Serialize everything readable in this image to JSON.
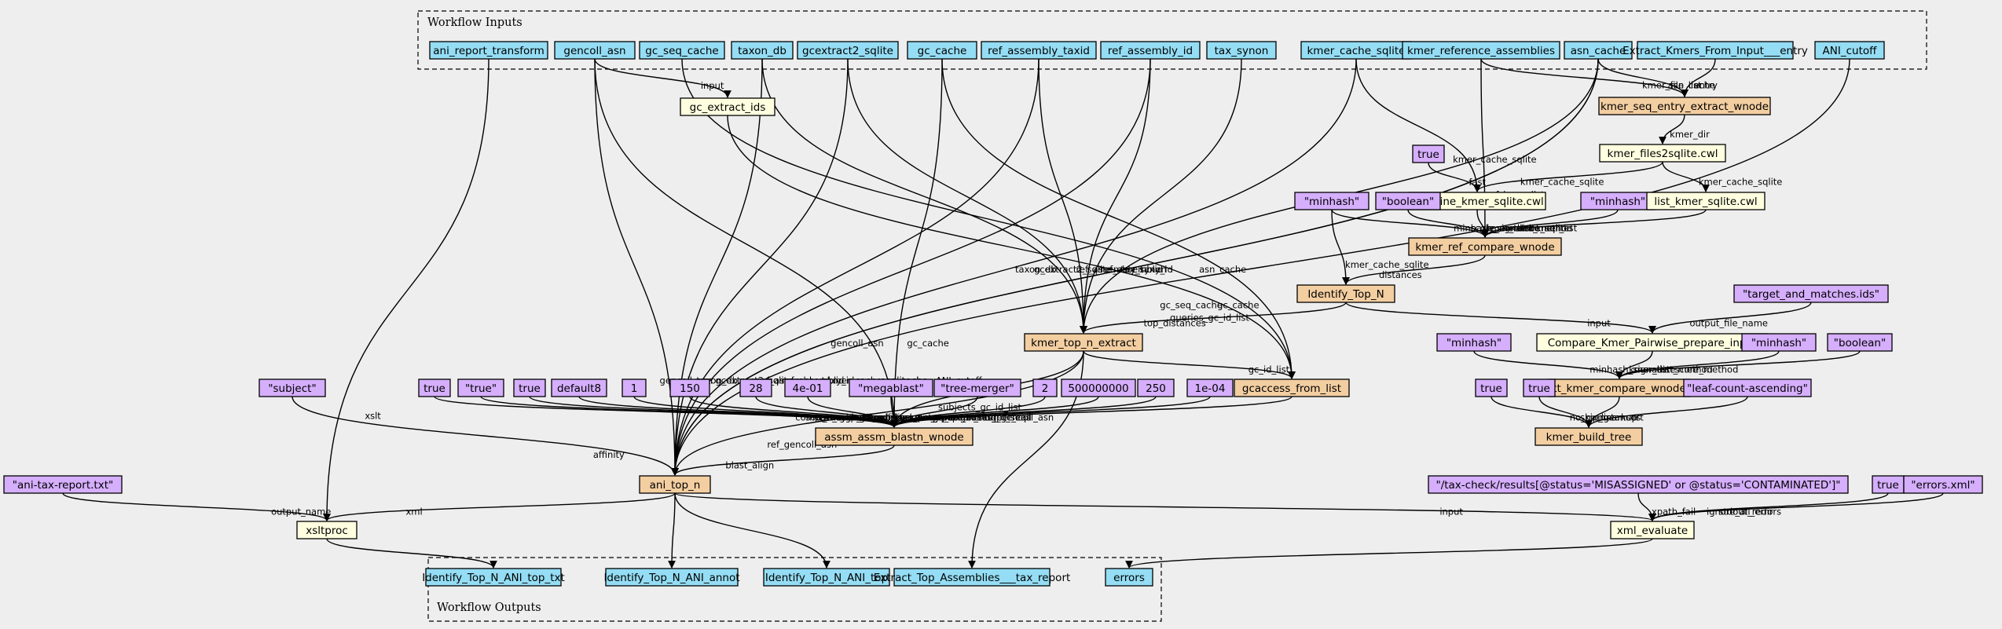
{
  "colors": {
    "background": "#eeeeee",
    "input_output": "#94ddf4",
    "step_tool": "#ffffe0",
    "step_workflow": "#f3cea1",
    "default_value": "#d5aefc"
  },
  "clusters": {
    "inputs_title": "Workflow Inputs",
    "outputs_title": "Workflow Outputs"
  },
  "nodes": [
    {
      "id": "ani_report_transform",
      "label": "ani_report_transform",
      "kind": "io"
    },
    {
      "id": "gencoll_asn",
      "label": "gencoll_asn",
      "kind": "io"
    },
    {
      "id": "gc_seq_cache",
      "label": "gc_seq_cache",
      "kind": "io"
    },
    {
      "id": "taxon_db",
      "label": "taxon_db",
      "kind": "io"
    },
    {
      "id": "gcextract2_sqlite",
      "label": "gcextract2_sqlite",
      "kind": "io"
    },
    {
      "id": "gc_cache",
      "label": "gc_cache",
      "kind": "io"
    },
    {
      "id": "ref_assembly_taxid",
      "label": "ref_assembly_taxid",
      "kind": "io"
    },
    {
      "id": "ref_assembly_id",
      "label": "ref_assembly_id",
      "kind": "io"
    },
    {
      "id": "tax_synon",
      "label": "tax_synon",
      "kind": "io"
    },
    {
      "id": "kmer_cache_sqlite",
      "label": "kmer_cache_sqlite",
      "kind": "io"
    },
    {
      "id": "kmer_reference_assemblies",
      "label": "kmer_reference_assemblies",
      "kind": "io"
    },
    {
      "id": "asn_cache",
      "label": "asn_cache",
      "kind": "io"
    },
    {
      "id": "Extract_Kmers_From_Input___entry",
      "label": "Extract_Kmers_From_Input___entry",
      "kind": "io"
    },
    {
      "id": "ANI_cutoff",
      "label": "ANI_cutoff",
      "kind": "io"
    },
    {
      "id": "kmer_seq_entry_extract_wnode",
      "label": "kmer_seq_entry_extract_wnode",
      "kind": "wf"
    },
    {
      "id": "gc_extract_ids",
      "label": "gc_extract_ids",
      "kind": "tool"
    },
    {
      "id": "kmer_files2sqlite",
      "label": "kmer_files2sqlite.cwl",
      "kind": "tool"
    },
    {
      "id": "d_true_fast",
      "label": "true",
      "kind": "val"
    },
    {
      "id": "combine_kmer_sqlite",
      "label": "combine_kmer_sqlite.cwl",
      "kind": "tool"
    },
    {
      "id": "d_minhash_1",
      "label": "\"minhash\"",
      "kind": "val"
    },
    {
      "id": "d_boolean_1",
      "label": "\"boolean\"",
      "kind": "val"
    },
    {
      "id": "d_minhash_2",
      "label": "\"minhash\"",
      "kind": "val"
    },
    {
      "id": "list_kmer_sqlite",
      "label": "list_kmer_sqlite.cwl",
      "kind": "tool"
    },
    {
      "id": "kmer_ref_compare_wnode",
      "label": "kmer_ref_compare_wnode",
      "kind": "wf"
    },
    {
      "id": "Identify_Top_N",
      "label": "Identify_Top_N",
      "kind": "wf"
    },
    {
      "id": "d_target_and_matches",
      "label": "\"target_and_matches.ids\"",
      "kind": "val"
    },
    {
      "id": "kmer_top_n_extract",
      "label": "kmer_top_n_extract",
      "kind": "wf"
    },
    {
      "id": "Compare_Kmer_Pairwise_prepare_input",
      "label": "Compare_Kmer_Pairwise_prepare_input",
      "kind": "tool"
    },
    {
      "id": "d_minhash_3",
      "label": "\"minhash\"",
      "kind": "val"
    },
    {
      "id": "d_minhash_4",
      "label": "\"minhash\"",
      "kind": "val"
    },
    {
      "id": "d_boolean_2",
      "label": "\"boolean\"",
      "kind": "val"
    },
    {
      "id": "d_subject",
      "label": "\"subject\"",
      "kind": "val"
    },
    {
      "id": "d_true_compart",
      "label": "true",
      "kind": "val"
    },
    {
      "id": "d_true_str",
      "label": "\"true\"",
      "kind": "val"
    },
    {
      "id": "d_true_ucc",
      "label": "true",
      "kind": "val"
    },
    {
      "id": "d_default8",
      "label": "default8",
      "kind": "val"
    },
    {
      "id": "d_1",
      "label": "1",
      "kind": "val"
    },
    {
      "id": "d_150",
      "label": "150",
      "kind": "val"
    },
    {
      "id": "d_28",
      "label": "28",
      "kind": "val"
    },
    {
      "id": "d_4e01",
      "label": "4e-01",
      "kind": "val"
    },
    {
      "id": "d_megablast",
      "label": "\"megablast\"",
      "kind": "val"
    },
    {
      "id": "d_tree_merger",
      "label": "\"tree-merger\"",
      "kind": "val"
    },
    {
      "id": "d_2",
      "label": "2",
      "kind": "val"
    },
    {
      "id": "d_500000000",
      "label": "500000000",
      "kind": "val"
    },
    {
      "id": "d_250",
      "label": "250",
      "kind": "val"
    },
    {
      "id": "d_1e04",
      "label": "1e-04",
      "kind": "val"
    },
    {
      "id": "gcaccess_from_list",
      "label": "gcaccess_from_list",
      "kind": "wf"
    },
    {
      "id": "tt_kmer_compare_wnode",
      "label": "tt_kmer_compare_wnode",
      "kind": "wf"
    },
    {
      "id": "d_true_nomerge",
      "label": "true",
      "kind": "val"
    },
    {
      "id": "d_true_skip",
      "label": "true",
      "kind": "val"
    },
    {
      "id": "d_leaf_count",
      "label": "\"leaf-count-ascending\"",
      "kind": "val"
    },
    {
      "id": "assm_assm_blastn_wnode",
      "label": "assm_assm_blastn_wnode",
      "kind": "wf"
    },
    {
      "id": "kmer_build_tree",
      "label": "kmer_build_tree",
      "kind": "wf"
    },
    {
      "id": "d_ani_tax_report",
      "label": "\"ani-tax-report.txt\"",
      "kind": "val"
    },
    {
      "id": "ani_top_n",
      "label": "ani_top_n",
      "kind": "wf"
    },
    {
      "id": "d_xpath",
      "label": "\"/tax-check/results[@status='MISASSIGNED' or @status='CONTAMINATED']\"",
      "kind": "val"
    },
    {
      "id": "d_true_ignore",
      "label": "true",
      "kind": "val"
    },
    {
      "id": "d_errors_xml",
      "label": "\"errors.xml\"",
      "kind": "val"
    },
    {
      "id": "xsltproc",
      "label": "xsltproc",
      "kind": "tool"
    },
    {
      "id": "xml_evaluate",
      "label": "xml_evaluate",
      "kind": "tool"
    },
    {
      "id": "out_top_txt",
      "label": "Identify_Top_N_ANI_top_txt",
      "kind": "io"
    },
    {
      "id": "out_annot",
      "label": "Identify_Top_N_ANI_annot",
      "kind": "io"
    },
    {
      "id": "out_top",
      "label": "Identify_Top_N_ANI_top",
      "kind": "io"
    },
    {
      "id": "out_tax_report",
      "label": "Extract_Top_Assemblies___tax_report",
      "kind": "io"
    },
    {
      "id": "out_errors",
      "label": "errors",
      "kind": "io"
    }
  ],
  "edge_labels": [
    "input",
    "kmer_file_list",
    "asn_cache",
    "entry",
    "kmer_dir",
    "kmer_cache_sqlite",
    "kmer_cache_sqlite",
    "fast",
    "kmer_cache_sqlite",
    "ref_kmer_list",
    "minhash_signature",
    "score_method",
    "kmer_cache_sqlite",
    "dist_method",
    "kmer_list",
    "kmer_cache_sqlite",
    "distances",
    "asn_cache",
    "tax_synon",
    "top_distances",
    "ref_assembly_taxid",
    "ref_assembly_id",
    "taxon_db",
    "gcextract2_sqlite",
    "gc_seq_cache",
    "gc_cache",
    "ref_assembly_taxid",
    "ref_assembly_id",
    "gencoll_asn",
    "gcextract2_sqlite",
    "queries_gc_id_list",
    "gc_cache",
    "input",
    "output_file_name",
    "minhash_signature",
    "kmer_list",
    "dist_method",
    "score_method",
    "ANI_cutoff",
    "kmer_cache_sqlite",
    "asn_cache",
    "xslt",
    "gencoll_asn",
    "asn_cache",
    "taxon_db",
    "gc_id_list",
    "subjects_gc_id_list",
    "affinity",
    "compart",
    "soft_masking",
    "use_common_components",
    "merge_align_filter",
    "gapextend",
    "window_size",
    "word_size",
    "workers_per_cpu",
    "task",
    "merge_engine",
    "gapopen",
    "max_bases_per_call",
    "max_target_seqs",
    "evalue",
    "ref_gencoll_asn",
    "no_merge",
    "skip_markup",
    "distances",
    "sort",
    "ref_gencoll_asn",
    "blast_align",
    "output_name",
    "xml",
    "input",
    "xpath_fail",
    "ignore_all_errors",
    "stdout_redir"
  ]
}
